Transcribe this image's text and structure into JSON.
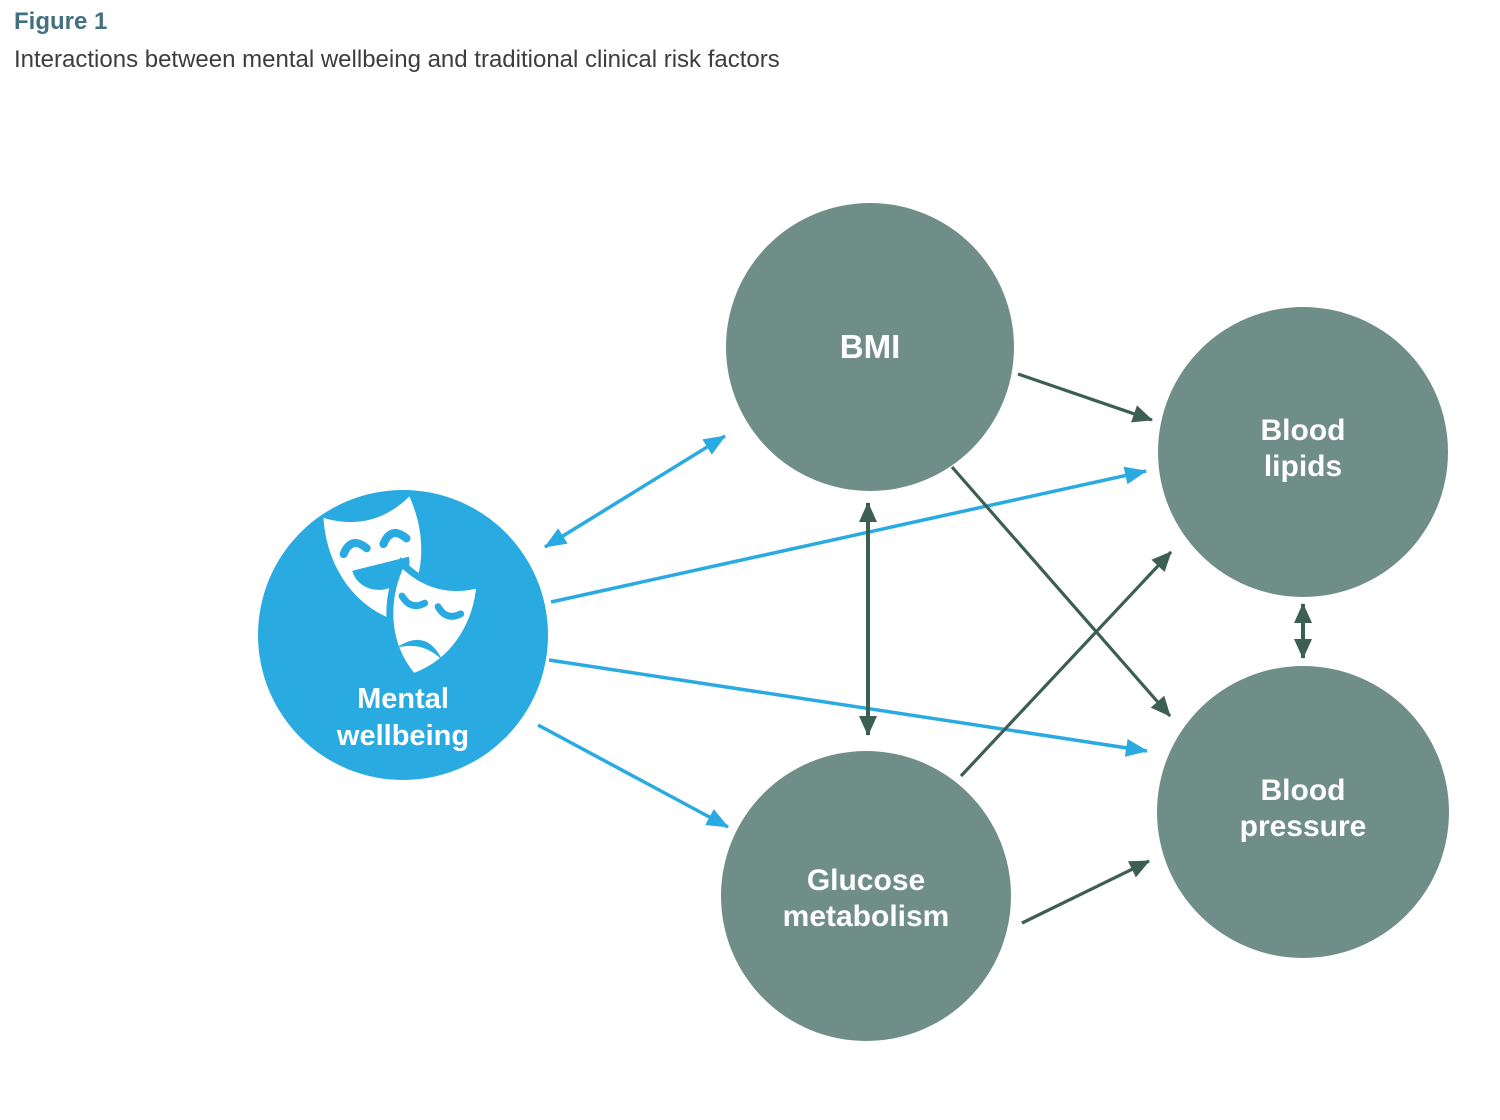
{
  "figure": {
    "title": "Figure 1",
    "subtitle": "Interactions between mental wellbeing and traditional clinical risk factors"
  },
  "colors": {
    "accent_blue": "#29abe2",
    "node_teal": "#6f8e87",
    "arrow_dark": "#3d5f53",
    "title_teal": "#42707e",
    "subtitle_gray": "#3d3d3d",
    "mask_white": "#ffffff"
  },
  "nodes": {
    "mental_wellbeing": {
      "label_lines": [
        "Mental",
        "wellbeing"
      ]
    },
    "bmi": {
      "label_lines": [
        "BMI"
      ]
    },
    "blood_lipids": {
      "label_lines": [
        "Blood",
        "lipids"
      ]
    },
    "glucose_metabolism": {
      "label_lines": [
        "Glucose",
        "metabolism"
      ]
    },
    "blood_pressure": {
      "label_lines": [
        "Blood",
        "pressure"
      ]
    }
  },
  "edges": [
    {
      "from": "Mental wellbeing",
      "to": "BMI",
      "arrows": "both",
      "color": "blue"
    },
    {
      "from": "Mental wellbeing",
      "to": "Blood lipids",
      "arrows": "one-way",
      "color": "blue"
    },
    {
      "from": "Mental wellbeing",
      "to": "Blood pressure",
      "arrows": "one-way",
      "color": "blue"
    },
    {
      "from": "Mental wellbeing",
      "to": "Glucose metabolism",
      "arrows": "one-way",
      "color": "blue"
    },
    {
      "from": "BMI",
      "to": "Glucose metabolism",
      "arrows": "both",
      "color": "dark"
    },
    {
      "from": "BMI",
      "to": "Blood lipids",
      "arrows": "one-way",
      "color": "dark"
    },
    {
      "from": "BMI",
      "to": "Blood pressure",
      "arrows": "one-way",
      "color": "dark"
    },
    {
      "from": "Glucose metabolism",
      "to": "Blood lipids",
      "arrows": "one-way",
      "color": "dark"
    },
    {
      "from": "Glucose metabolism",
      "to": "Blood pressure",
      "arrows": "one-way",
      "color": "dark"
    },
    {
      "from": "Blood lipids",
      "to": "Blood pressure",
      "arrows": "both",
      "color": "dark"
    }
  ]
}
